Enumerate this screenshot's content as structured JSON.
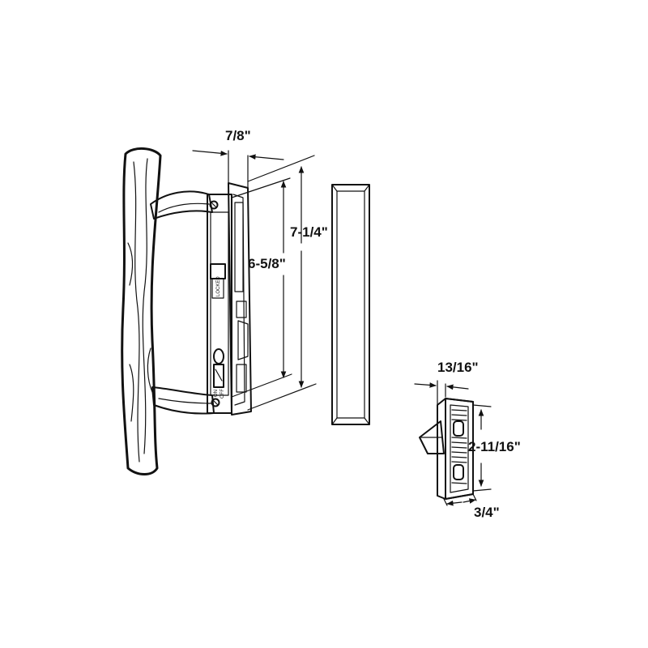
{
  "dimensions": {
    "mount_depth": "7/8\"",
    "overall_height": "7-1/4\"",
    "hole_spacing": "6-5/8\"",
    "keeper_depth": "13/16\"",
    "keeper_height": "2-11/16\"",
    "keeper_width": "3/4\""
  },
  "lock_labels": {
    "locked": "LOCKED",
    "on": "ON",
    "off": "OFF"
  },
  "colors": {
    "line": "#111111",
    "background": "#ffffff"
  }
}
